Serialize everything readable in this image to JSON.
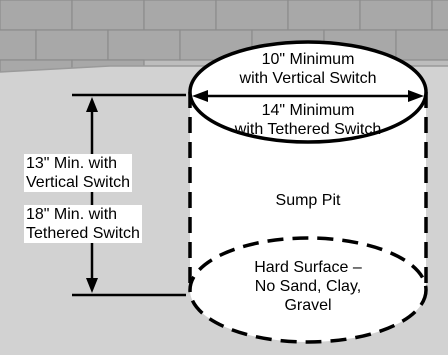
{
  "top_minimum": {
    "line1": "10\" Minimum",
    "line2": "with Vertical Switch"
  },
  "diameter_minimum": {
    "line1": "14\" Minimum",
    "line2": "with Tethered Switch"
  },
  "depth_vertical": {
    "line1": "13\" Min. with",
    "line2": "Vertical Switch"
  },
  "depth_tethered": {
    "line1": "18\" Min. with",
    "line2": "Tethered Switch"
  },
  "pit_label": "Sump Pit",
  "bottom_label": {
    "line1": "Hard Surface –",
    "line2": "No Sand, Clay,",
    "line3": "Gravel"
  },
  "colors": {
    "wall_fill": "#bdbdbd",
    "block_fill": "#a8a8a8",
    "mortar": "#8c8c8c",
    "floor_fill": "#d2d2d2",
    "ink": "#000000",
    "pit_fill": "#ffffff"
  }
}
